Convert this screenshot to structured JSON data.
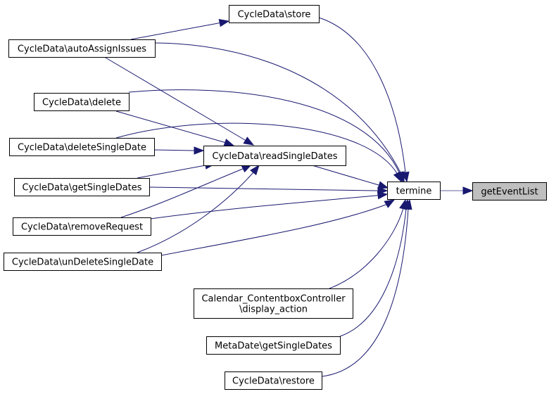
{
  "diagram": {
    "type": "caller-graph",
    "edge_color": "#191970",
    "current_node_fill": "#bfbfbf",
    "nodes": {
      "store": {
        "label": [
          "CycleData\\store"
        ]
      },
      "autoAssignIssues": {
        "label": [
          "CycleData\\autoAssignIssues"
        ]
      },
      "delete": {
        "label": [
          "CycleData\\delete"
        ]
      },
      "deleteSingleDate": {
        "label": [
          "CycleData\\deleteSingleDate"
        ]
      },
      "readSingleDates": {
        "label": [
          "CycleData\\readSingleDates"
        ]
      },
      "getSingleDates": {
        "label": [
          "CycleData\\getSingleDates"
        ]
      },
      "removeRequest": {
        "label": [
          "CycleData\\removeRequest"
        ]
      },
      "unDeleteSingleDate": {
        "label": [
          "CycleData\\unDeleteSingleDate"
        ]
      },
      "calendarDisplay": {
        "label": [
          "Calendar_ContentboxController",
          "\\display_action"
        ]
      },
      "metaGetSingleDates": {
        "label": [
          "MetaDate\\getSingleDates"
        ]
      },
      "restore": {
        "label": [
          "CycleData\\restore"
        ]
      },
      "termine": {
        "label": [
          "termine"
        ]
      },
      "getEventList": {
        "label": [
          "getEventList"
        ],
        "current": true
      }
    },
    "edges": [
      {
        "from": "autoAssignIssues",
        "to": "store"
      },
      {
        "from": "store",
        "to": "termine"
      },
      {
        "from": "autoAssignIssues",
        "to": "termine"
      },
      {
        "from": "autoAssignIssues",
        "to": "readSingleDates"
      },
      {
        "from": "delete",
        "to": "termine"
      },
      {
        "from": "delete",
        "to": "readSingleDates"
      },
      {
        "from": "deleteSingleDate",
        "to": "termine"
      },
      {
        "from": "deleteSingleDate",
        "to": "readSingleDates"
      },
      {
        "from": "getSingleDates",
        "to": "readSingleDates"
      },
      {
        "from": "getSingleDates",
        "to": "termine"
      },
      {
        "from": "removeRequest",
        "to": "readSingleDates"
      },
      {
        "from": "removeRequest",
        "to": "termine"
      },
      {
        "from": "unDeleteSingleDate",
        "to": "readSingleDates"
      },
      {
        "from": "unDeleteSingleDate",
        "to": "termine"
      },
      {
        "from": "readSingleDates",
        "to": "termine"
      },
      {
        "from": "calendarDisplay",
        "to": "termine"
      },
      {
        "from": "metaGetSingleDates",
        "to": "termine"
      },
      {
        "from": "restore",
        "to": "termine"
      },
      {
        "from": "termine",
        "to": "getEventList"
      }
    ]
  }
}
